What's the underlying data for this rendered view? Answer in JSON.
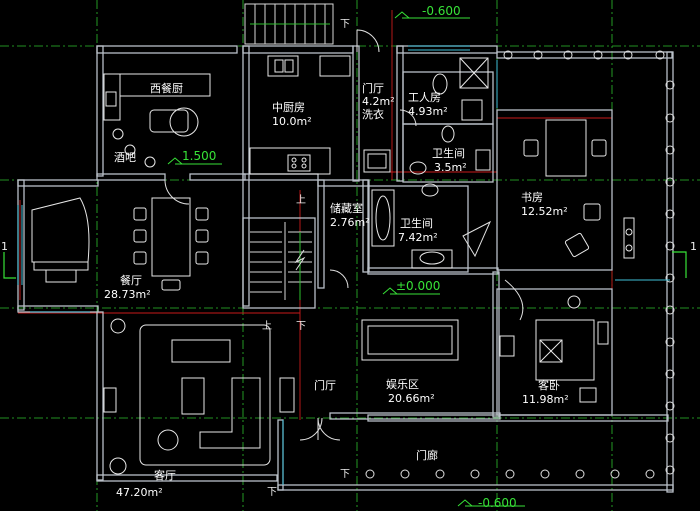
{
  "rooms": {
    "western_kitchen": "西餐厨",
    "bar": "酒吧",
    "chinese_kitchen": "中厨房",
    "chinese_kitchen_area": "10.0m²",
    "foyer": "门厅",
    "foyer_area": "4.2m²",
    "laundry": "洗衣",
    "utility": "工人房",
    "utility_area": "4.93m²",
    "bath_small": "卫生间",
    "bath_small_area": "3.5m²",
    "study": "书房",
    "study_area": "12.52m²",
    "storage": "储藏室",
    "storage_area": "2.76m²",
    "bath_main": "卫生间",
    "bath_main_area": "7.42m²",
    "dining": "餐厅",
    "dining_area": "28.73m²",
    "entertainment": "娱乐区",
    "entertainment_area": "20.66m²",
    "guest_room": "客卧",
    "guest_room_area": "11.98m²",
    "living": "客厅",
    "living_area": "47.20m²",
    "foyer_lower": "门厅",
    "porch": "门廊"
  },
  "levels": {
    "top_right": "-0.600",
    "kitchen": "1.500",
    "center": "±0.000",
    "bottom": "-0.600"
  },
  "stair_marks": {
    "down_top": "下",
    "up_stair": "上",
    "down_stair": "下",
    "up_living": "上",
    "down_living": "下",
    "down_bottom": "下"
  },
  "axis": {
    "left": "1",
    "right": "1"
  },
  "colors": {
    "background": "#000000",
    "wall": "#b9c0c8",
    "axis_line": "#2ec02e",
    "grid_red": "#c81a1a",
    "furniture": "#e8e8e8",
    "level_text": "#37e237",
    "window": "#3fbfd8"
  }
}
